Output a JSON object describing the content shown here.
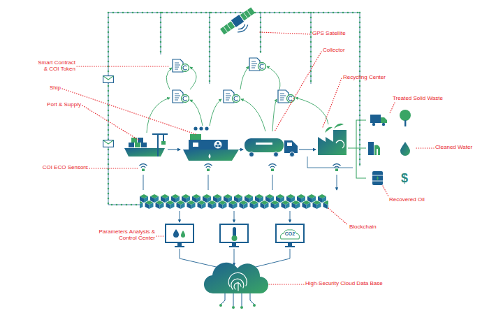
{
  "diagram": {
    "labels": [
      "GPS Satellite",
      "Collector",
      "Smart Contract & COI Token",
      "Recycling Center",
      "Ship",
      "Treated Solid Waste",
      "Port & Supply",
      "Cleaned Water",
      "COI ECO Sensors",
      "$",
      "Recovered Oil",
      "Blockchain",
      "Parameters Analysis & Control Center",
      "CO2",
      "High-Security Cloud Data Base"
    ]
  }
}
